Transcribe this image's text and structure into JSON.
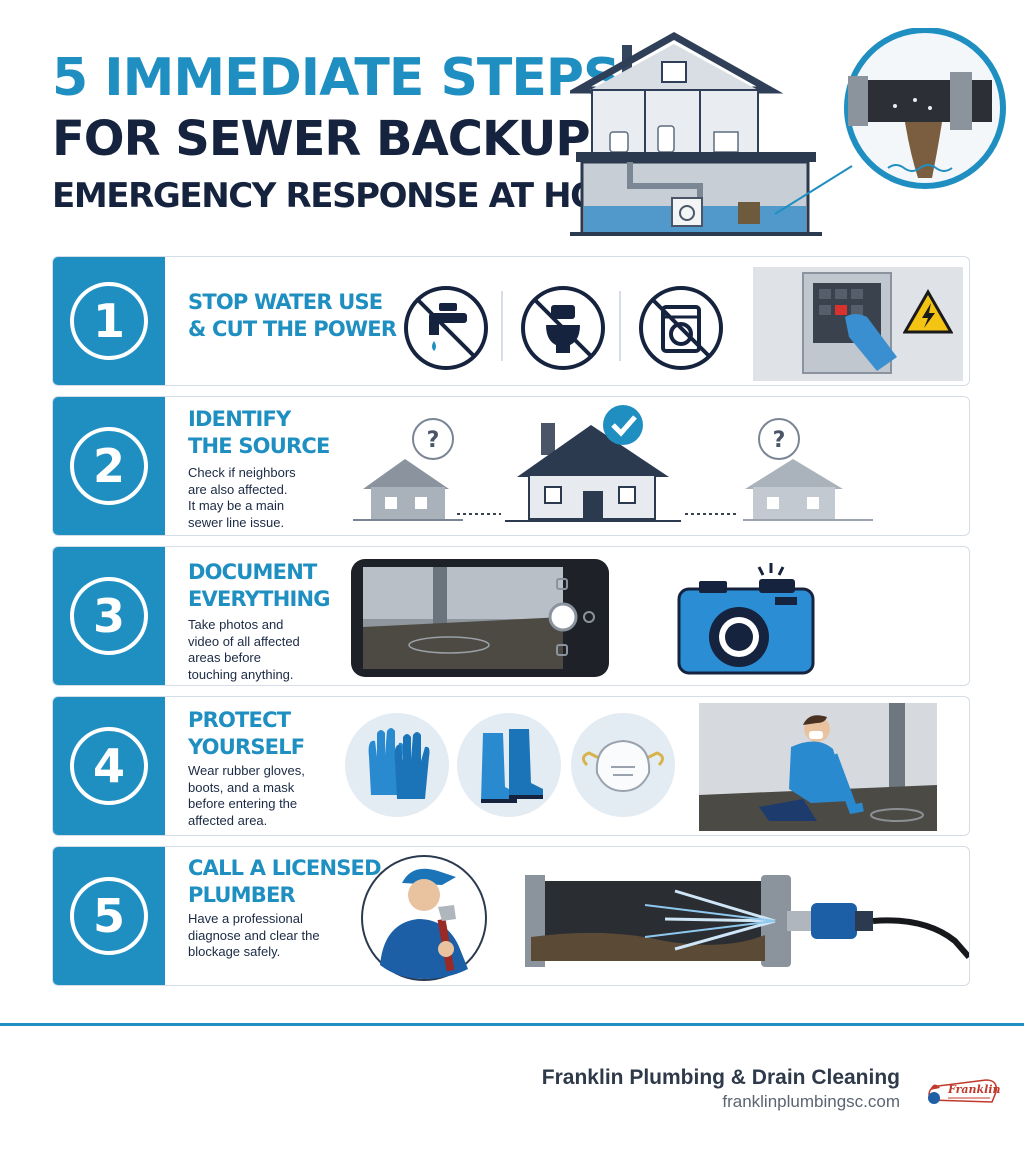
{
  "title": {
    "line1": "5 IMMEDIATE STEPS",
    "line2": "FOR SEWER BACKUP",
    "line3": "EMERGENCY RESPONSE AT HOME"
  },
  "steps": [
    {
      "number": "1",
      "title": [
        "STOP WATER USE",
        "& CUT THE POWER"
      ],
      "desc": []
    },
    {
      "number": "2",
      "title": [
        "IDENTIFY",
        "THE SOURCE"
      ],
      "desc": [
        "Check if neighbors",
        "are also affected.",
        "It may be a main",
        "sewer line issue."
      ]
    },
    {
      "number": "3",
      "title": [
        "DOCUMENT",
        "EVERYTHING"
      ],
      "desc": [
        "Take photos and",
        "video of all affected",
        "areas before",
        "touching anything."
      ]
    },
    {
      "number": "4",
      "title": [
        "PROTECT",
        "YOURSELF"
      ],
      "desc": [
        "Wear rubber gloves,",
        "boots, and a mask",
        "before entering the",
        "affected area."
      ]
    },
    {
      "number": "5",
      "title": [
        "CALL A LICENSED",
        "PLUMBER"
      ],
      "desc": [
        "Have a professional",
        "diagnose and clear the",
        "blockage safely."
      ]
    }
  ],
  "icons": {
    "step1": [
      "no-faucet-icon",
      "no-toilet-icon",
      "no-washer-icon",
      "breaker-panel-icon",
      "electric-hazard-icon"
    ],
    "step2": [
      "neighbor-house-question-icon",
      "home-checkmark-icon",
      "neighbor-house-question-icon"
    ],
    "step3": [
      "smartphone-photo-icon",
      "camera-icon"
    ],
    "step4": [
      "rubber-gloves-icon",
      "rubber-boots-icon",
      "face-mask-icon",
      "person-inspecting-icon"
    ],
    "step5": [
      "plumber-wrench-icon",
      "hydro-jetting-pipe-icon"
    ]
  },
  "footer": {
    "company": "Franklin Plumbing & Drain Cleaning",
    "url": "franklinplumbingsc.com",
    "logo_text": "Franklin"
  },
  "colors": {
    "accent": "#1f8fc2",
    "navy": "#16233f",
    "warning": "#f3c413",
    "border": "#d6dde6"
  }
}
